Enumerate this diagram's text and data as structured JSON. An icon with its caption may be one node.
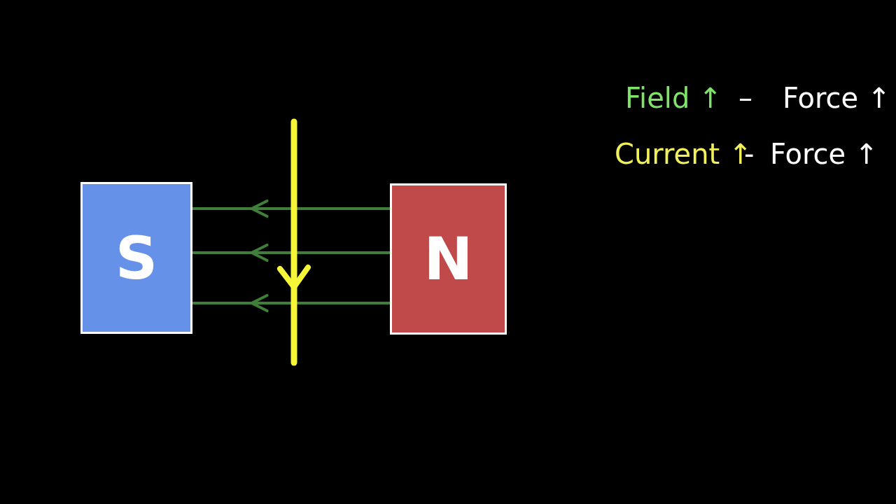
{
  "diagram": {
    "nodes": [
      {
        "text": [
          "S"
        ]
      },
      {
        "text": [
          "N"
        ]
      }
    ],
    "edges": [
      {
        "from": 1,
        "to": 0,
        "arrow": "to"
      },
      {
        "from": 1,
        "to": 0,
        "arrow": "to"
      },
      {
        "from": 1,
        "to": 0,
        "arrow": "to"
      }
    ],
    "labels": [
      "Field ↑",
      "–",
      "Force ↑",
      "Current ↑",
      "-",
      "Force ↑"
    ]
  }
}
